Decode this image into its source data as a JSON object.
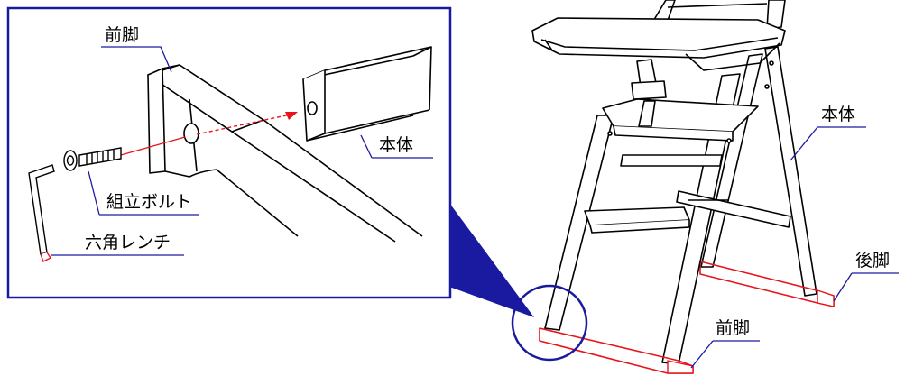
{
  "labels": {
    "inset_front_leg": "前脚",
    "inset_body": "本体",
    "assembly_bolt": "組立ボルト",
    "hex_wrench": "六角レンチ",
    "chair_body": "本体",
    "rear_leg": "後脚",
    "chair_front_leg": "前脚"
  },
  "colors": {
    "inset_frame": "#1a1aa0",
    "highlight": "#e8141c",
    "leader": "#1a1aa0",
    "line": "#000000"
  }
}
